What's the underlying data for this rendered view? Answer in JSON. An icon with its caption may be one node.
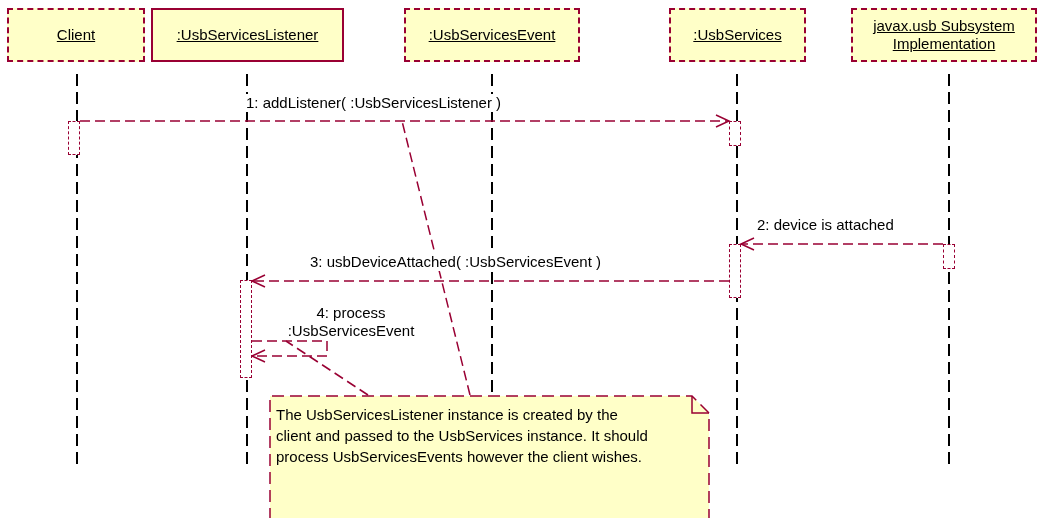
{
  "diagram": {
    "nodes": [
      {
        "text": [
          "Client"
        ]
      },
      {
        "text": [
          ":UsbServicesListener"
        ]
      },
      {
        "text": [
          ":UsbServicesEvent"
        ]
      },
      {
        "text": [
          ":UsbServices"
        ]
      },
      {
        "text": [
          "javax.usb Subsystem Implementation"
        ]
      },
      {
        "text": [
          "The UsbServicesListener instance is created by the client and passed to the UsbServices instance.  It should process UsbServicesEvents however the client wishes."
        ]
      },
      {
        "text": [],
        "shape": "bar"
      },
      {
        "text": [],
        "shape": "bar"
      },
      {
        "text": [],
        "shape": "bar"
      },
      {
        "text": [],
        "shape": "bar"
      },
      {
        "text": [],
        "shape": "bar"
      }
    ],
    "edges": [
      {
        "from": 6,
        "to": 7,
        "arrow": "to",
        "label": "1: addListener( :UsbServicesListener )",
        "style": "dashed"
      },
      {
        "from": 8,
        "to": 9,
        "arrow": "to",
        "label": "2: device is attached",
        "style": "dashed"
      },
      {
        "from": 9,
        "to": 10,
        "arrow": "to",
        "label": "3: usbDeviceAttached( :UsbServicesEvent )",
        "style": "dashed"
      },
      {
        "from": 10,
        "to": 10,
        "arrow": "to",
        "label": "4: process :UsbServicesEvent",
        "style": "dashed"
      },
      {
        "from": 5,
        "to": null,
        "arrow": "none",
        "style": "dashed"
      },
      {
        "from": 5,
        "to": null,
        "arrow": "none",
        "style": "dashed"
      }
    ]
  }
}
